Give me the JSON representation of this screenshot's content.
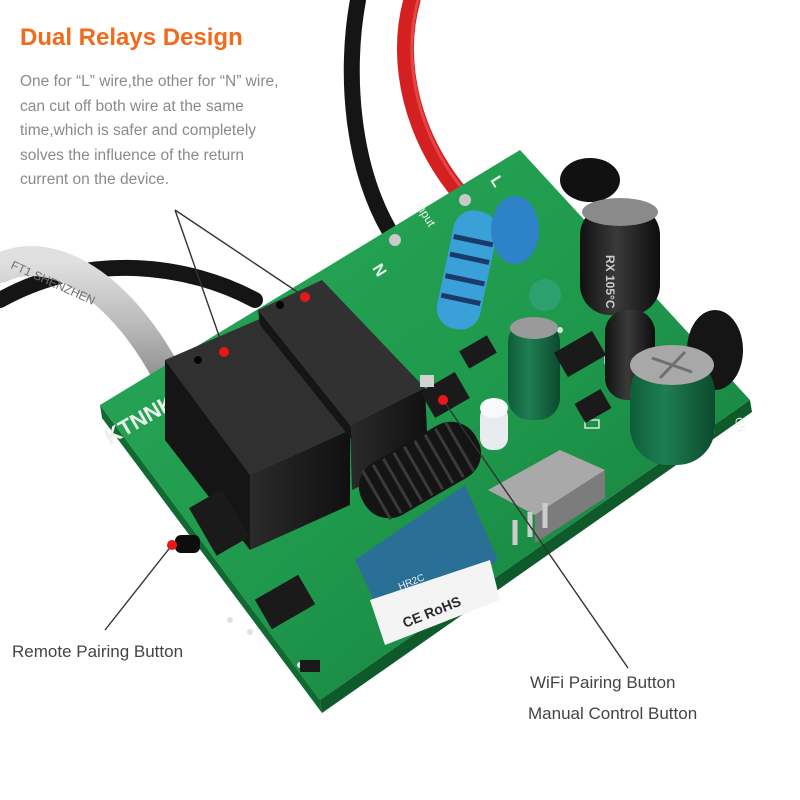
{
  "heading": {
    "title": "Dual Relays Design",
    "title_color": "#f26a1b"
  },
  "description": {
    "lines": [
      "One for “L” wire,the other for “N” wire,",
      "can cut off both wire at the same",
      "time,which is safer and completely",
      "solves the influence of the return",
      "current on the device."
    ]
  },
  "labels": {
    "remote_pairing": "Remote Pairing Button",
    "wifi_pairing": "WiFi Pairing Button",
    "manual_control": "Manual Control Button"
  },
  "board_markings": {
    "brand": "KTNNKG",
    "input": "Input",
    "pin_n": "N",
    "pin_l": "L",
    "cable": "FT1  SHENZHEN",
    "wifi_module": "HR2C",
    "certification": "CE RoHS",
    "capacitor": "RX 105°C",
    "silkscreen_right": "G5"
  },
  "colors": {
    "pcb": "#1f9a4d",
    "relay": "#1c1c1c",
    "wire_red": "#d42020",
    "wire_black": "#151515",
    "wire_gray": "#bdbdbd",
    "pointer_dot": "#e81818",
    "callout_line": "#333333"
  }
}
